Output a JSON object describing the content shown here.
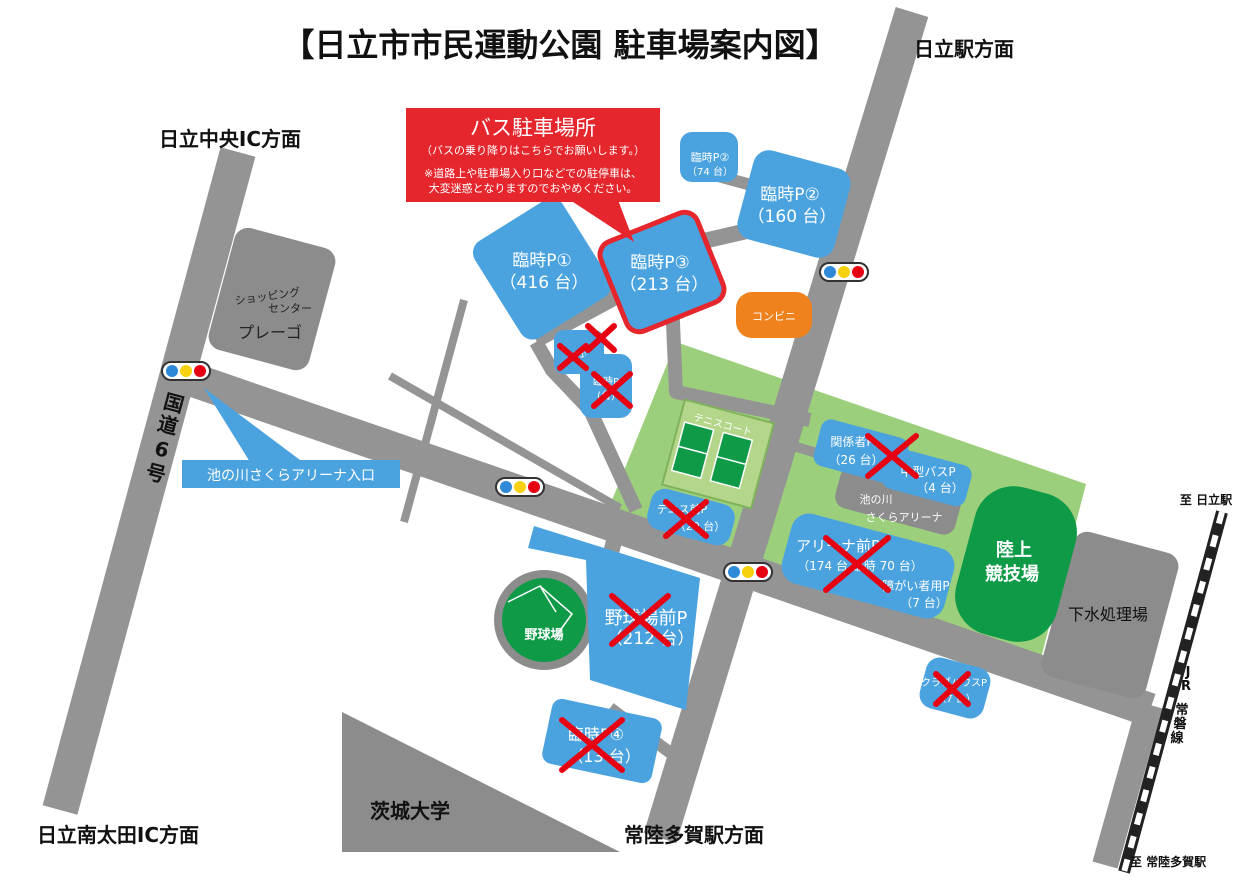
{
  "title": "【日立市市民運動公園 駐車場案内図】",
  "directions": {
    "hitachi_station": "日立駅方面",
    "hitachi_chuo_ic": "日立中央IC方面",
    "hitachi_minami_ota_ic": "日立南太田IC方面",
    "hitachitaga_station": "常陸多賀駅方面"
  },
  "route6": [
    "国",
    "道",
    "6",
    "号"
  ],
  "rail": {
    "to_hitachi": "至 日立駅",
    "to_hitachitaga": "至 常陸多賀駅",
    "line_chars": [
      "J",
      "R",
      "常",
      "磐",
      "線"
    ]
  },
  "bus_callout": {
    "heading": "バス駐車場所",
    "line1": "（バスの乗り降りはこちらでお願いします。）",
    "line2": "※道路上や駐車場入り口などでの駐停車は、",
    "line3": "大変迷惑となりますのでおやめください。"
  },
  "facilities": {
    "shopping_1": "ショッピング",
    "shopping_2": "センター",
    "shopping_3": "プレーゴ",
    "convenience": "コンビニ",
    "tennis": "テニスコート",
    "arena_1": "池の川",
    "arena_2": "さくらアリーナ",
    "stadium_1": "陸上",
    "stadium_2": "競技場",
    "sewage": "下水処理場",
    "baseball": "野球場",
    "university": "茨城大学",
    "arena_entrance": "池の川さくらアリーナ入口"
  },
  "parking": {
    "p1_name": "臨時P①",
    "p1_count": "（416 台）",
    "p2_name": "臨時P②",
    "p2_count": "（160 台）",
    "p2s_name": "臨時P②",
    "p2s_count": "（74 台）",
    "p3_name": "臨時P③",
    "p3_count": "（213 台）",
    "kankei_name": "関係者P",
    "kankei_count": "（26 台）",
    "bus_name": "中型バスP",
    "bus_count": "（4 台）",
    "arena_front_name": "アリーナ前P",
    "arena_front_count": "（174 台 臨時 70 台）",
    "disabled_name": "障がい者用P",
    "disabled_count": "（7 台）",
    "tennis_p_name": "テニス前P",
    "tennis_p_count": "（20 台）",
    "baseball_p_name": "野球場前P",
    "baseball_p_count": "（212 台）",
    "p4_name": "臨時P④",
    "p4_count": "（13 台）",
    "small_a": "P①",
    "small_b": "臨時P",
    "small_b_count": "(台)",
    "club_name": "クラブハウスP",
    "club_count": "（7 台）"
  },
  "colors": {
    "road": "#949494",
    "parking": "#4aa3df",
    "green_area": "#9ccf7c",
    "sports_green": "#0f9a48",
    "building": "#8c8c8c",
    "callout_red": "#e6262d",
    "closed_x": "#e60012",
    "convenience": "#f0821e",
    "entrance_box": "#4aa3df"
  }
}
